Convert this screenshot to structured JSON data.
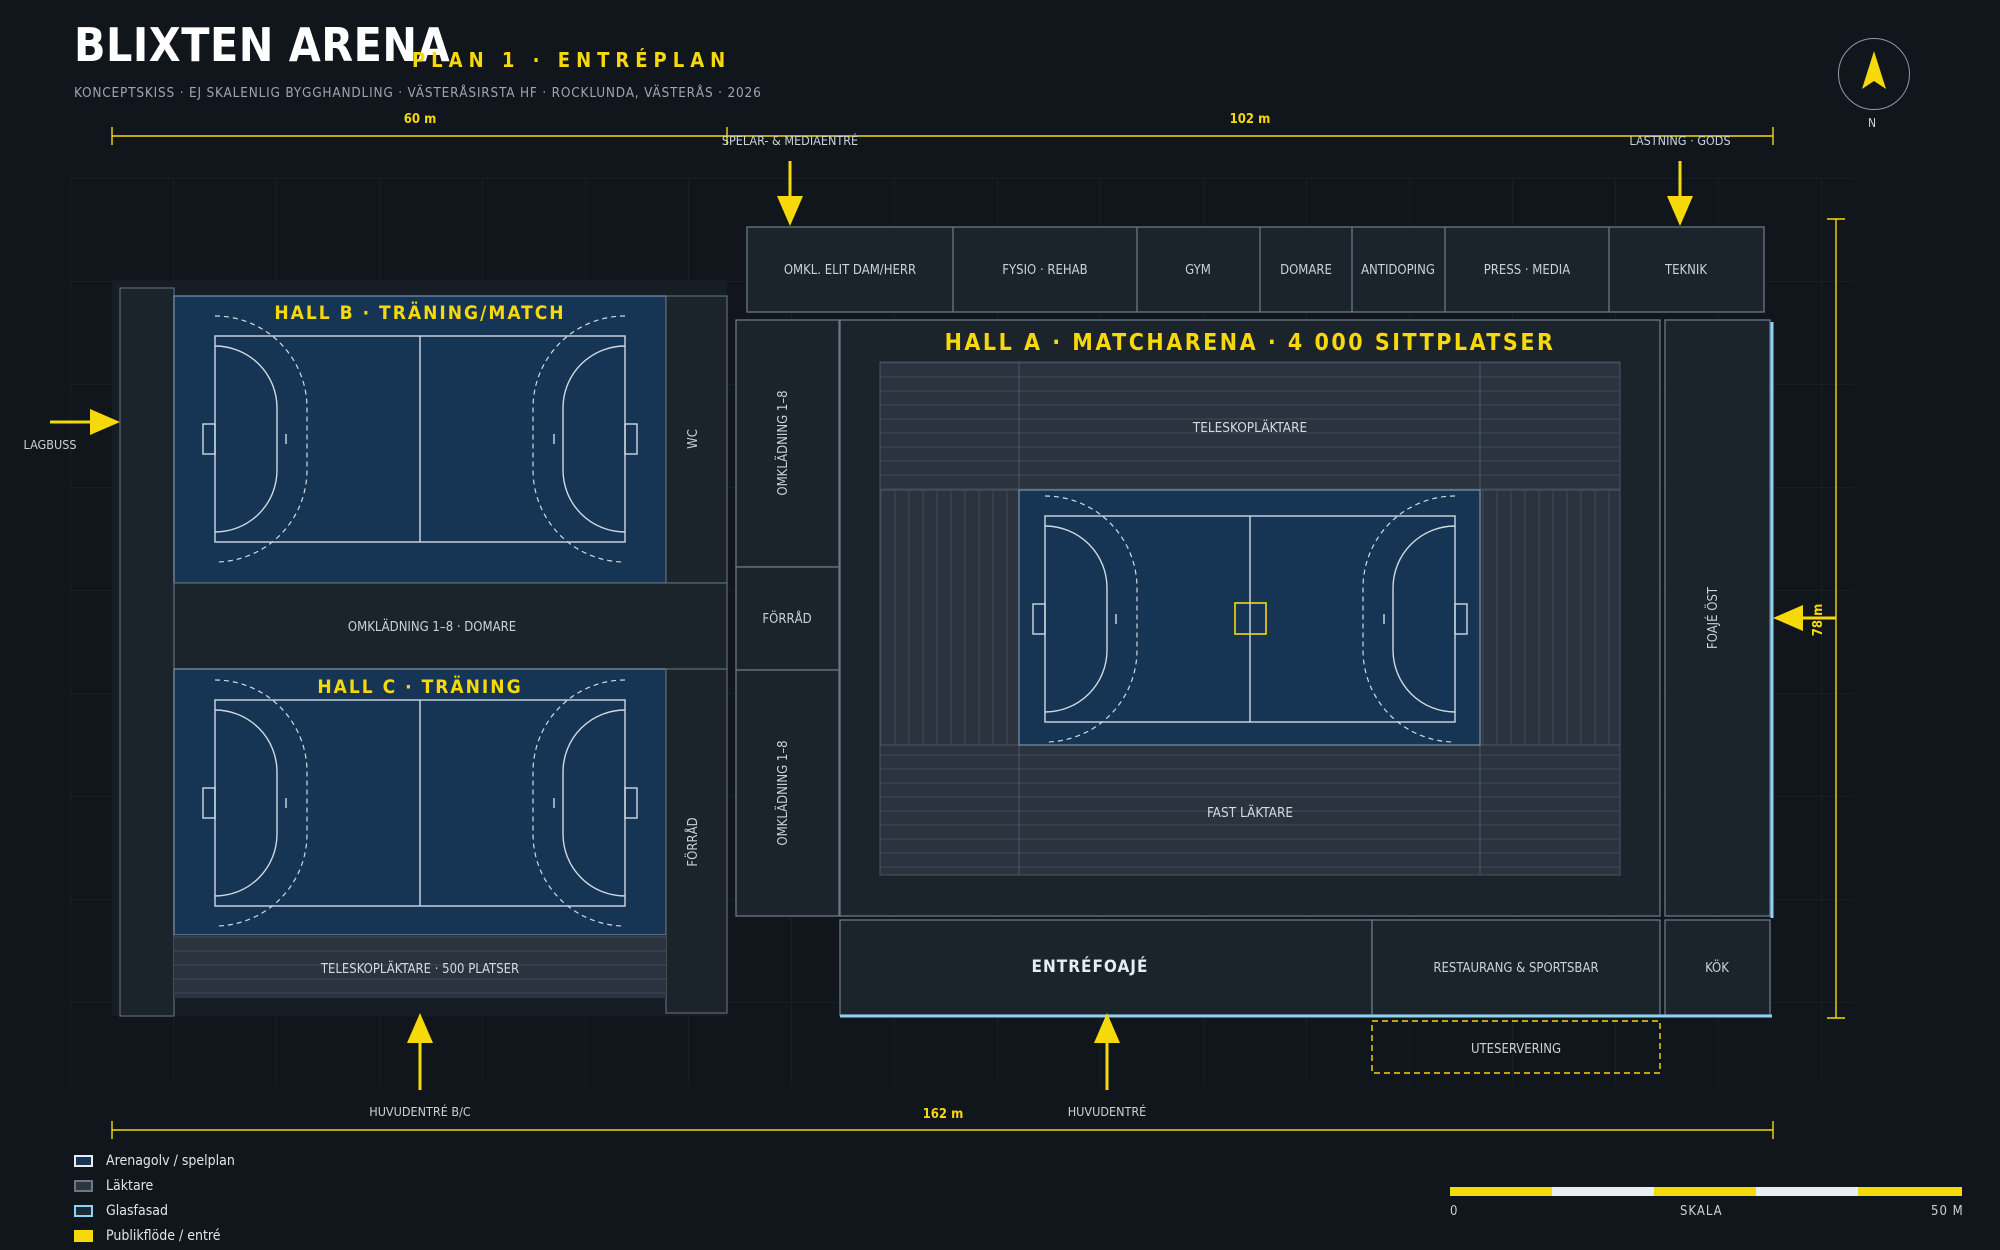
{
  "header": {
    "title": "BLIXTEN ARENA",
    "plan": "PLAN 1 · ENTRÉPLAN",
    "subtitle": "KONCEPTSKISS · EJ SKALENLIG BYGGHANDLING · VÄSTERÅSIRSTA HF · ROCKLUNDA, VÄSTERÅS · 2026",
    "north": "N"
  },
  "dimensions": {
    "top_left": "60 m",
    "top_right": "102 m",
    "bottom": "162 m",
    "side": "78 m"
  },
  "entrances": {
    "player_media": "SPELAR- & MEDIAENTRÉ",
    "loading": "LASTNING · GODS",
    "team_bus": "LAGBUSS",
    "main_bc": "HUVUDENTRÉ B/C",
    "main": "HUVUDENTRÉ"
  },
  "support_rooms": [
    "OMKL. ELIT DAM/HERR",
    "FYSIO · REHAB",
    "GYM",
    "DOMARE",
    "ANTIDOPING",
    "PRESS · MEDIA",
    "TEKNIK"
  ],
  "halls": {
    "a": {
      "label": "HALL A · MATCHARENA · 4 000 SITTPLATSER",
      "north_stand": "TELESKOPLÄKTARE",
      "south_stand": "FAST LÄKTARE"
    },
    "b": {
      "label": "HALL B · TRÄNING/MATCH"
    },
    "c": {
      "label": "HALL C · TRÄNING",
      "stand": "TELESKOPLÄKTARE · 500 PLATSER"
    }
  },
  "rooms": {
    "wc": "WC",
    "omkl_domare": "OMKLÄDNING 1–8 · DOMARE",
    "forrad_c": "FÖRRÅD",
    "omkl_top": "OMKLÄDNING 1–8",
    "forrad_mid": "FÖRRÅD",
    "omkl_bottom": "OMKLÄDNING 1–8",
    "foaje_ost": "FOAJÉ ÖST",
    "entrefoaje": "ENTRÉFOAJÉ",
    "restaurang": "RESTAURANG & SPORTSBAR",
    "kok": "KÖK",
    "uteservering": "UTESERVERING"
  },
  "legend": [
    {
      "label": "Arenagolv / spelplan",
      "fill": "#163554",
      "stroke": "#e6edf3"
    },
    {
      "label": "Läktare",
      "fill": "#2c3540",
      "stroke": "#6b7786"
    },
    {
      "label": "Glasfasad",
      "fill": "#1f2933",
      "stroke": "#8fd0f5"
    },
    {
      "label": "Publikflöde / entré",
      "fill": "#f5d90a",
      "stroke": "#f5d90a"
    }
  ],
  "scale": {
    "start": "0",
    "label": "SKALA",
    "end": "50 M"
  },
  "colors": {
    "background": "#11161c",
    "court": "#163554",
    "accent": "#f5d90a",
    "glass": "#8fd0f5",
    "stand": "#2c3540",
    "room": "#1b232b"
  }
}
